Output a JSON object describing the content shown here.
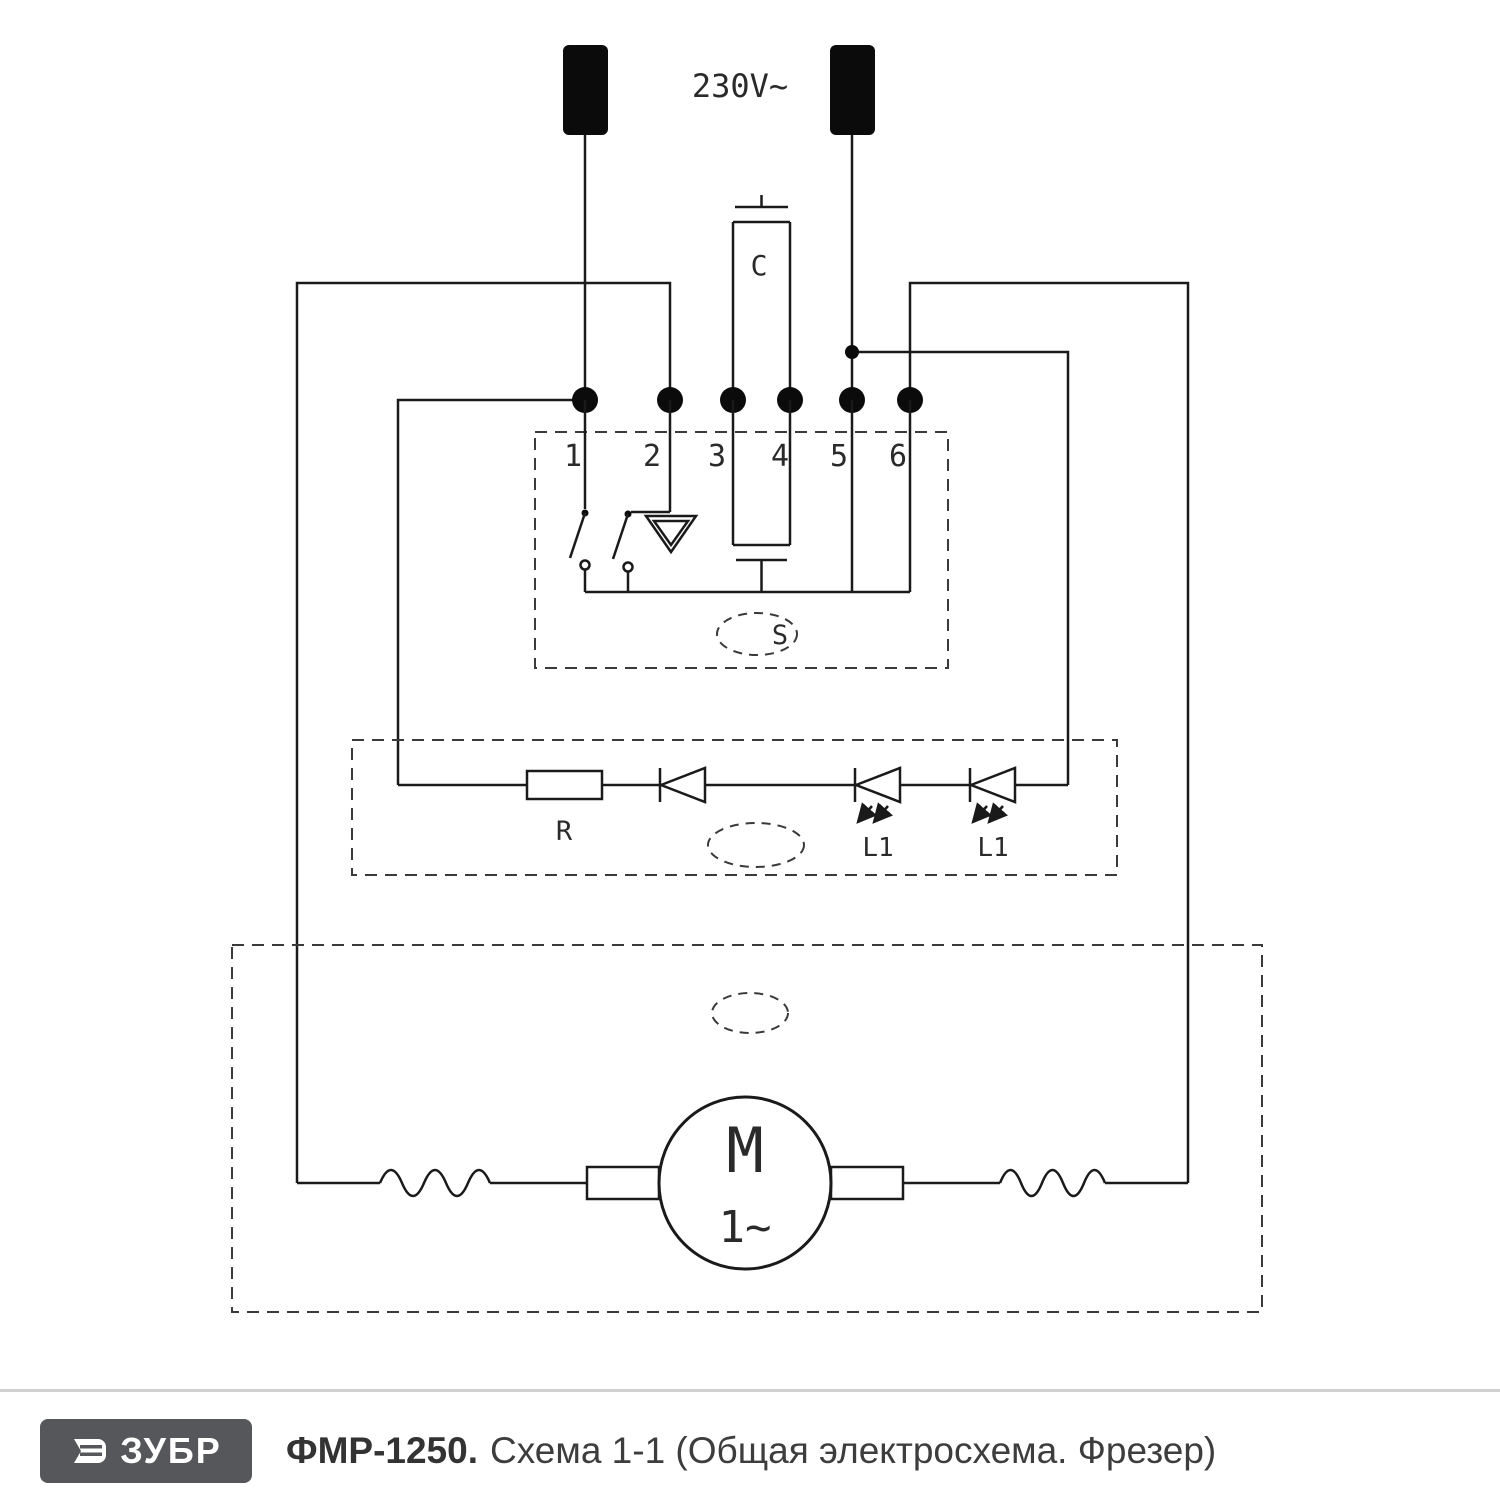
{
  "diagram": {
    "voltage_label": "230V~",
    "terminals": [
      "1",
      "2",
      "3",
      "4",
      "5",
      "6"
    ],
    "capacitor_label": "C",
    "switch_block_label": "S",
    "resistor_label": "R",
    "led_labels": [
      "L1",
      "L1"
    ],
    "motor_label": "M",
    "motor_phase_label": "1~"
  },
  "footer": {
    "brand": "ЗУБР",
    "model": "ФМР-1250.",
    "subtitle": "Схема 1-1 (Общая электросхема. Фрезер)"
  },
  "colors": {
    "line": "#1a1a1a",
    "brand_bg": "#56575a",
    "title_text": "#3d3d3d"
  }
}
